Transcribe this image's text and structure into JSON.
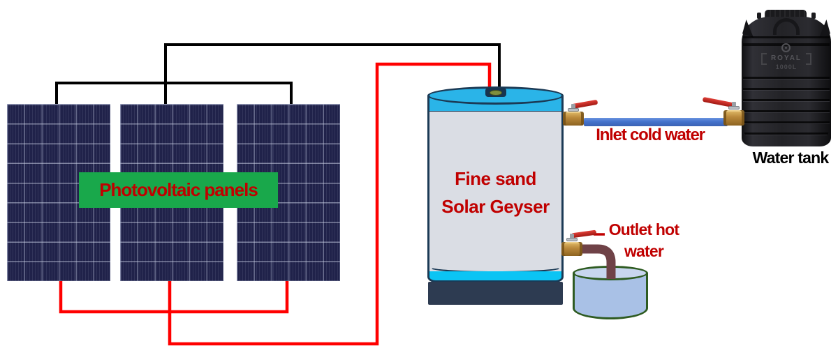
{
  "labels": {
    "pv": "Photovoltaic panels",
    "geyser_line1": "Fine sand",
    "geyser_line2": "Solar Geyser",
    "inlet": "Inlet cold water",
    "outlet_line1": "Outlet hot",
    "outlet_line2": "water",
    "tank": "Water tank"
  },
  "tank": {
    "brand": "ROYAL",
    "capacity": "1000L"
  },
  "panels": {
    "count": 3
  },
  "colors": {
    "label_red": "#C00000",
    "wire_red": "#FF0000",
    "wire_black": "#000000",
    "pv_green": "#19A84B",
    "panel_navy": "#20224A",
    "geyser_cyan_top": "#2AB4E8",
    "geyser_cyan_bottom": "#0BC4F4",
    "geyser_body_gray": "#DADDE4",
    "geyser_outline": "#1B3A55",
    "geyser_base": "#2D3B51",
    "cold_pipe_blue": "#4472CC",
    "hot_pipe_brown": "#6F4247",
    "brass_valve": "#B9883A",
    "valve_handle_red": "#C42B26",
    "bucket_fill": "#A9C1E6",
    "bucket_outline": "#2E5B21",
    "tank_black": "#1C1C1F"
  }
}
